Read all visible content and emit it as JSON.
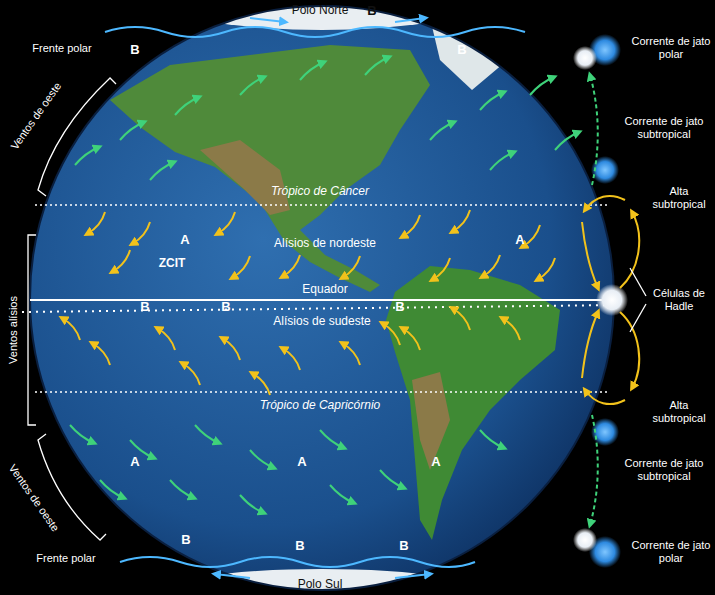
{
  "diagram": {
    "labels": [
      "Polo Norte",
      "B",
      "Frente polar",
      "B",
      "B",
      "Corrente de jato polar",
      "Ventos de oeste",
      "Corrente de jato subtropical",
      "Trópico de Câncer",
      "Alta subtropical",
      "A",
      "A",
      "Alísios de nordeste",
      "Células de Hadle",
      "Ventos alísios",
      "ZCIT",
      "Equador",
      "B",
      "B",
      "B",
      "Alísios de sudeste",
      "A",
      "A",
      "A",
      "Alta subtropical",
      "Trópico de Capricórnio",
      "Corrente de jato subtropical",
      "Ventos de oeste",
      "Frente polar",
      "B",
      "B",
      "B",
      "Corrente de jato polar",
      "Polo Sul"
    ]
  }
}
